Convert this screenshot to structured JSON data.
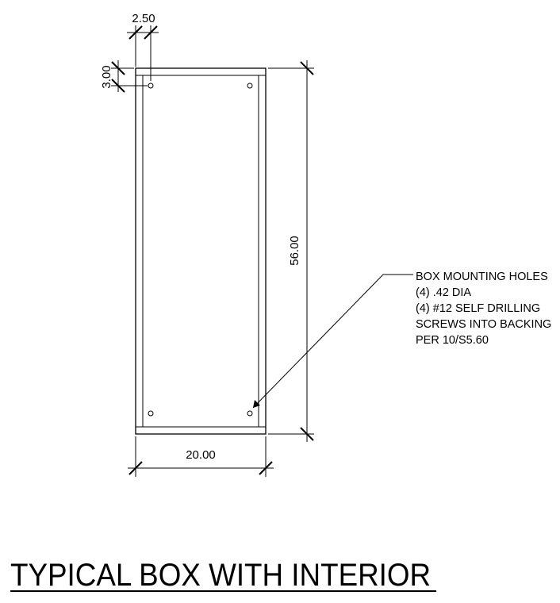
{
  "dimensions": {
    "hole_offset_x": "2.50",
    "hole_offset_y": "3.00",
    "height": "56.00",
    "width": "20.00"
  },
  "callout": {
    "lines": [
      "BOX MOUNTING HOLES",
      "(4) .42 DIA",
      "(4) #12 SELF DRILLING",
      "SCREWS INTO BACKING",
      "PER 10/S5.60"
    ]
  },
  "title": "TYPICAL BOX WITH INTERIOR"
}
